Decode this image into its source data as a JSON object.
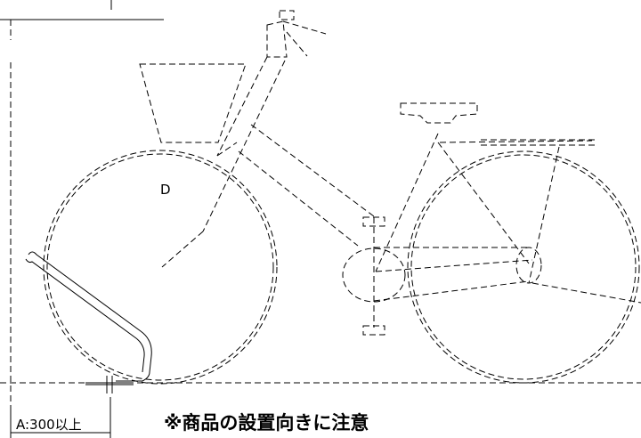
{
  "dimension": {
    "clearance_label": "A:300以上"
  },
  "notice": {
    "text": "※商品の設置向きに注意"
  },
  "tire_label": {
    "text": "D"
  }
}
